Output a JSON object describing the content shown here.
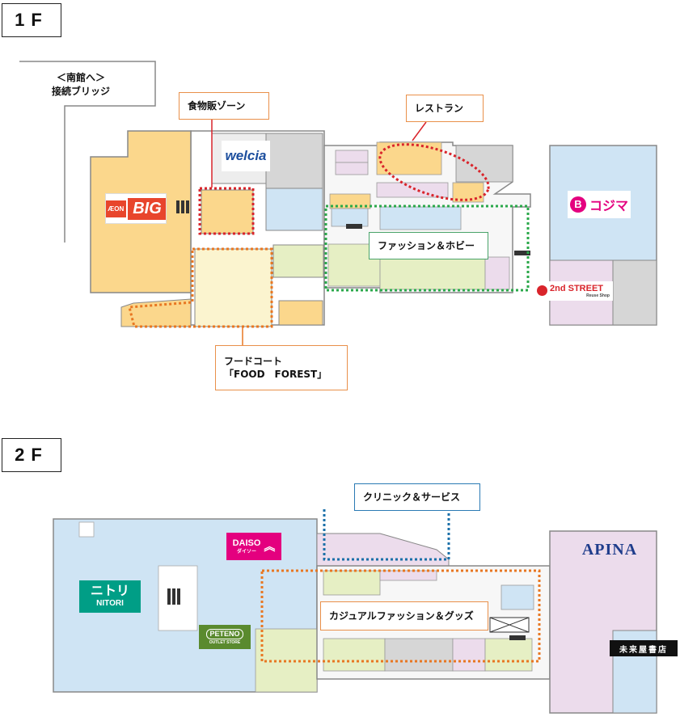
{
  "floors": {
    "f1": {
      "label": "1F",
      "bridge_text_1": "＜南館へ＞",
      "bridge_text_2": "接続ブリッジ",
      "zones": {
        "food": "食物販ゾーン",
        "restaurant": "レストラン",
        "fashion": "ファッション＆ホビー",
        "food_court_1": "フードコート",
        "food_court_2": "「FOOD　FOREST」"
      },
      "stores": {
        "aeon": "ÆON",
        "aeon_big": "BIG",
        "welcia": "welcia",
        "kojima": "コジマ",
        "second_street": "2nd STREET",
        "second_street_sub": "Reuse Shop"
      }
    },
    "f2": {
      "label": "2F",
      "zones": {
        "clinic": "クリニック＆サービス",
        "casual": "カジュアルファッション＆グッズ"
      },
      "stores": {
        "nitori_jp": "ニトリ",
        "nitori": "NITORI",
        "daiso": "DAISO",
        "daiso_sub": "ダイソー",
        "peteno": "PETENO",
        "peteno_sub": "OUTLET STORE",
        "apina": "APINA",
        "bookstore": "未来屋書店"
      }
    }
  },
  "colors": {
    "food_area": "#fbd78c",
    "welcia_area": "#ededed",
    "service_blue": "#cfe4f4",
    "fashion_green": "#e6efc4",
    "clinic_pink": "#ecdcec",
    "gray_block": "#d6d6d6",
    "food_court": "#fbf4cf",
    "zone_orange": "#e87722",
    "zone_red": "#d9242b",
    "zone_green": "#2aa84a",
    "zone_blue": "#1a6fa8",
    "label_border_orange": "#e9904a",
    "label_border_green": "#4aa46a",
    "label_border_blue": "#2a7ab4"
  }
}
